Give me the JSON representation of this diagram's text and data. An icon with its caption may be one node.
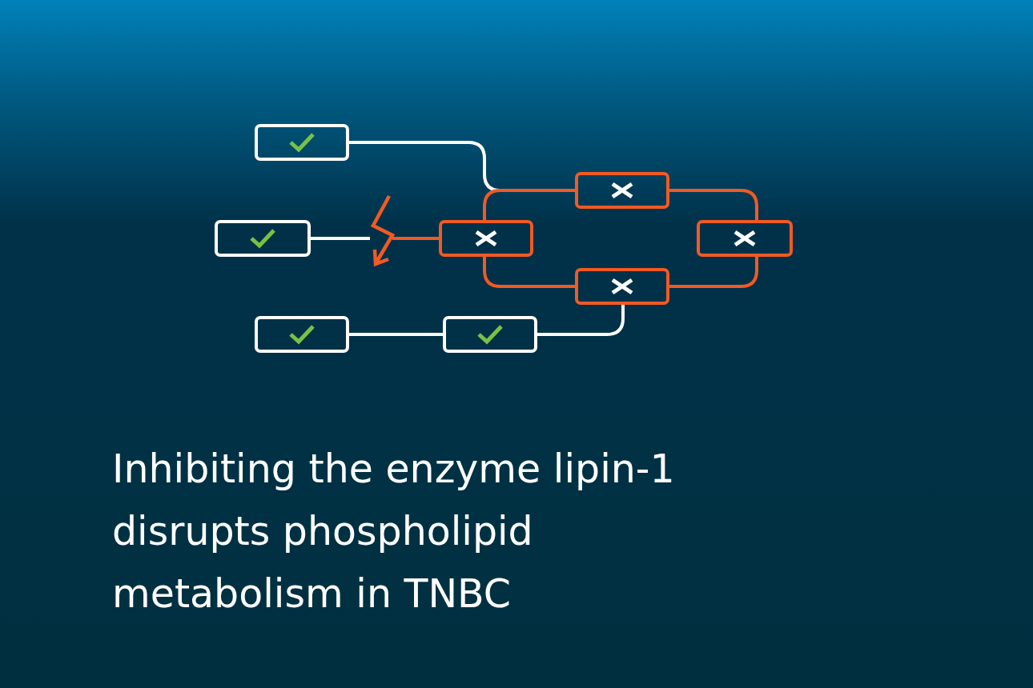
{
  "diagram": {
    "title": "Inhibiting the enzyme lipin-1 disrupts phospholipid metabolism in TNBC",
    "nodes": [
      {
        "text": [],
        "shape": "box"
      },
      {
        "text": [],
        "shape": "box"
      },
      {
        "text": [],
        "shape": "lightning"
      },
      {
        "text": [],
        "shape": "box"
      },
      {
        "text": [],
        "shape": "box"
      },
      {
        "text": [],
        "shape": "box"
      },
      {
        "text": [],
        "shape": "box"
      },
      {
        "text": [],
        "shape": "box"
      },
      {
        "text": [],
        "shape": "box"
      }
    ],
    "edges": [
      {
        "from": 0,
        "to": 4,
        "arrow": "none",
        "color": "#ffffff"
      },
      {
        "from": 1,
        "to": 2,
        "arrow": "none",
        "color": "#ffffff"
      },
      {
        "from": 2,
        "to": 3,
        "arrow": "none"
      },
      {
        "from": 3,
        "to": 4,
        "arrow": "none"
      },
      {
        "from": 4,
        "to": 5,
        "arrow": "none"
      },
      {
        "from": 5,
        "to": 6,
        "arrow": "none"
      },
      {
        "from": 6,
        "to": 3,
        "arrow": "none"
      },
      {
        "from": 7,
        "to": 8,
        "arrow": "none",
        "color": "#ffffff"
      },
      {
        "from": 8,
        "to": 6,
        "arrow": "none",
        "color": "#ffffff"
      }
    ]
  }
}
